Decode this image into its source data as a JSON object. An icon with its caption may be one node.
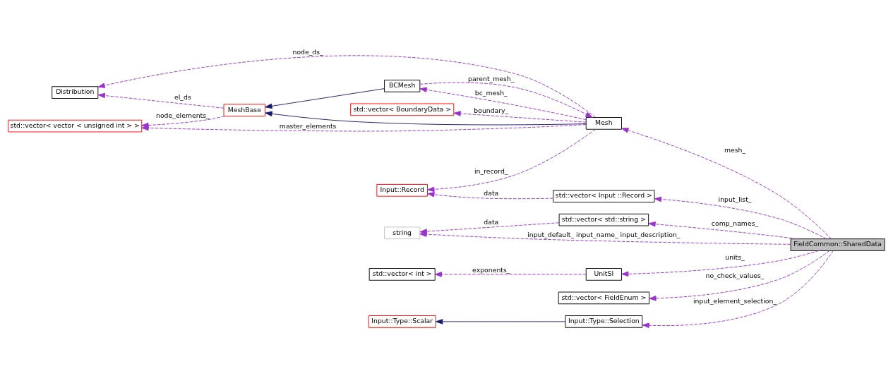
{
  "diagram": {
    "nodes": [
      {
        "text": [
          "Distribution"
        ]
      },
      {
        "text": [
          "MeshBase"
        ]
      },
      {
        "text": [
          "std::vector< vector < unsigned int > >"
        ]
      },
      {
        "text": [
          "std::vector< BoundaryData >"
        ]
      },
      {
        "text": [
          "Mesh"
        ]
      },
      {
        "text": [
          "BCMesh"
        ]
      },
      {
        "text": [
          "Input::Record"
        ]
      },
      {
        "text": [
          "std::vector< Input ::Record >"
        ]
      },
      {
        "text": [
          "string"
        ]
      },
      {
        "text": [
          "std::vector< std::string >"
        ]
      },
      {
        "text": [
          "FieldCommon::SharedData"
        ]
      },
      {
        "text": [
          "std::vector< int >"
        ]
      },
      {
        "text": [
          "UnitSI"
        ]
      },
      {
        "text": [
          "std::vector< FieldEnum >"
        ]
      },
      {
        "text": [
          "Input::Type::Scalar"
        ]
      },
      {
        "text": [
          "Input::Type::Selection"
        ]
      }
    ],
    "edges": [
      {
        "from": 4,
        "to": 0,
        "arrow": "to",
        "label": "node_ds_",
        "style": "dashed"
      },
      {
        "from": 1,
        "to": 0,
        "arrow": "to",
        "label": "el_ds",
        "style": "dashed"
      },
      {
        "from": 1,
        "to": 2,
        "arrow": "to",
        "label": "node_elements_",
        "style": "dashed"
      },
      {
        "from": 4,
        "to": 1,
        "arrow": "to",
        "color": "#191970"
      },
      {
        "from": 5,
        "to": 1,
        "arrow": "to",
        "color": "#191970"
      },
      {
        "from": 4,
        "to": 3,
        "arrow": "to",
        "label": "boundary_",
        "style": "dashed"
      },
      {
        "from": 4,
        "to": 2,
        "arrow": "to",
        "label": "master_elements",
        "style": "dashed"
      },
      {
        "from": 4,
        "to": 5,
        "arrow": "to",
        "label": "bc_mesh_",
        "style": "dashed"
      },
      {
        "from": 5,
        "to": 4,
        "arrow": "to",
        "label": "parent_mesh_",
        "style": "dashed"
      },
      {
        "from": 10,
        "to": 4,
        "arrow": "to",
        "label": "mesh_",
        "style": "dashed"
      },
      {
        "from": 4,
        "to": 6,
        "arrow": "to",
        "label": "in_record_",
        "style": "dashed"
      },
      {
        "from": 7,
        "to": 6,
        "arrow": "to",
        "label": "data",
        "style": "dashed"
      },
      {
        "from": 10,
        "to": 7,
        "arrow": "to",
        "label": "input_list_",
        "style": "dashed"
      },
      {
        "from": 10,
        "to": 8,
        "arrow": "to",
        "label": "input_default_ input_name_ input_description_",
        "style": "dashed"
      },
      {
        "from": 9,
        "to": 8,
        "arrow": "to",
        "label": "data",
        "style": "dashed"
      },
      {
        "from": 10,
        "to": 9,
        "arrow": "to",
        "label": "comp_names_",
        "style": "dashed"
      },
      {
        "from": 10,
        "to": 12,
        "arrow": "to",
        "label": "units_",
        "style": "dashed"
      },
      {
        "from": 12,
        "to": 11,
        "arrow": "to",
        "label": "exponents_",
        "style": "dashed"
      },
      {
        "from": 10,
        "to": 13,
        "arrow": "to",
        "label": "no_check_values_",
        "style": "dashed"
      },
      {
        "from": 10,
        "to": 15,
        "arrow": "to",
        "label": "input_element_selection_",
        "style": "dashed"
      },
      {
        "from": 15,
        "to": 14,
        "arrow": "to",
        "color": "#191970"
      }
    ]
  }
}
